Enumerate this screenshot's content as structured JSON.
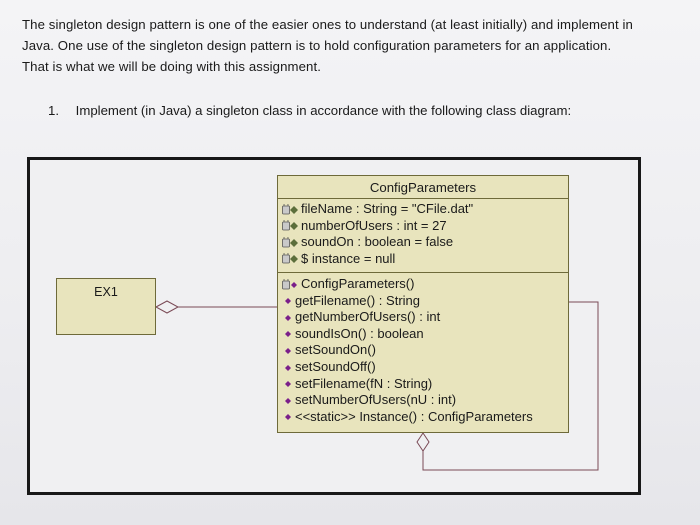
{
  "intro": {
    "lines": [
      "The singleton design pattern is one of the easier ones to understand (at least initially) and implement in",
      "Java.  One use of the singleton design pattern is to hold configuration parameters for an application.",
      "That is what we will be doing with this assignment."
    ]
  },
  "task": {
    "number": "1.",
    "text": "Implement (in Java) a singleton class in accordance with the following class diagram:"
  },
  "diagram": {
    "ex1_label": "EX1",
    "class_name": "ConfigParameters",
    "attributes": [
      {
        "text": "fileName : String = \"CFile.dat\"",
        "icon": "private-attribute-icon"
      },
      {
        "text": "numberOfUsers : int = 27",
        "icon": "private-attribute-icon"
      },
      {
        "text": "soundOn : boolean = false",
        "icon": "private-attribute-icon"
      },
      {
        "text": "$ instance = null",
        "icon": "private-static-attribute-icon"
      }
    ],
    "operations": [
      {
        "text": "ConfigParameters()",
        "icon": "private-operation-icon"
      },
      {
        "text": "getFilename() : String",
        "icon": "public-operation-icon"
      },
      {
        "text": "getNumberOfUsers() : int",
        "icon": "public-operation-icon"
      },
      {
        "text": "soundIsOn() : boolean",
        "icon": "public-operation-icon"
      },
      {
        "text": "setSoundOn()",
        "icon": "public-operation-icon"
      },
      {
        "text": "setSoundOff()",
        "icon": "public-operation-icon"
      },
      {
        "text": "setFilename(fN : String)",
        "icon": "public-operation-icon"
      },
      {
        "text": "setNumberOfUsers(nU : int)",
        "icon": "public-operation-icon"
      },
      {
        "text": "<<static>> Instance() : ConfigParameters",
        "icon": "public-operation-icon"
      }
    ],
    "colors": {
      "class_fill": "#e8e4bd",
      "class_border": "#6e6a3a",
      "public_icon": "#7a1f8a",
      "private_icon": "#5c6f3b"
    }
  }
}
